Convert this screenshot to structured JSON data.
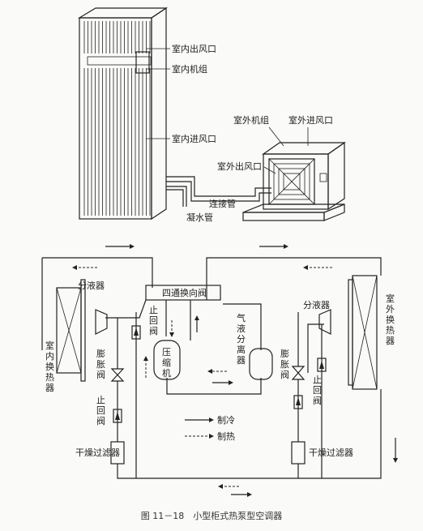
{
  "labels": {
    "indoor_outlet": "室内出风口",
    "indoor_unit": "室内机组",
    "indoor_inlet": "室内进风口",
    "outdoor_unit": "室外机组",
    "outdoor_inlet": "室外进风口",
    "outdoor_outlet": "室外出风口",
    "connecting_pipe": "连接管",
    "drain_pipe": "凝水管",
    "four_way_valve": "四通换向阀",
    "separator_left": "分液器",
    "separator_right": "分液器",
    "check_valve_top_left": [
      "止",
      "回",
      "阀"
    ],
    "check_valve_top_right": [
      "止",
      "回",
      "阀"
    ],
    "check_valve_bottom_left": [
      "止",
      "回",
      "阀"
    ],
    "expansion_valve_left": [
      "膨",
      "胀",
      "阀"
    ],
    "expansion_valve_right": [
      "膨",
      "胀",
      "阀"
    ],
    "indoor_exchanger": [
      "室",
      "内",
      "换",
      "热",
      "器"
    ],
    "outdoor_exchanger": [
      "室",
      "外",
      "换",
      "热",
      "器"
    ],
    "compressor": [
      "压",
      "缩",
      "机"
    ],
    "gas_liquid_separator": [
      "气",
      "液",
      "分",
      "离",
      "器"
    ],
    "filter_left": "干燥过滤器",
    "filter_right": "干燥过滤器",
    "legend_cool": "制冷",
    "legend_heat": "制热"
  },
  "caption": "图 11－18　小型柜式热泵型空调器"
}
